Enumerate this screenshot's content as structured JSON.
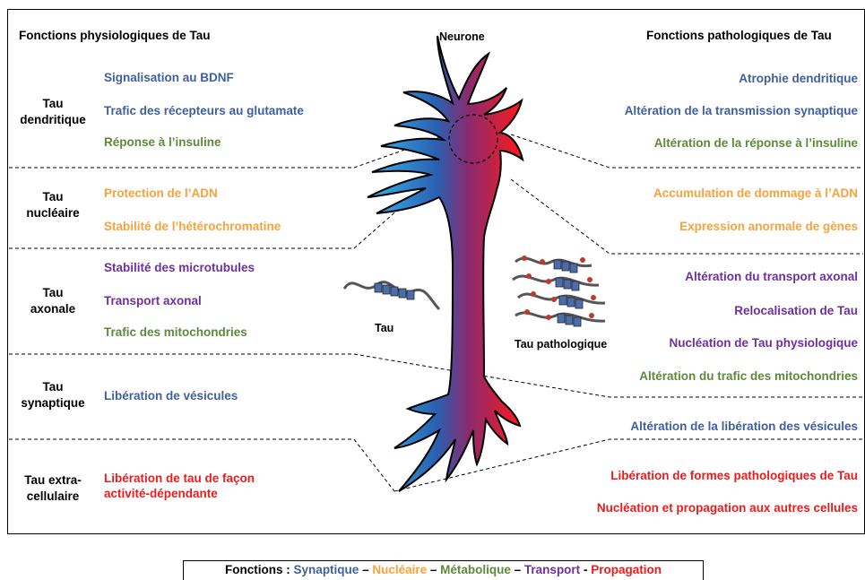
{
  "header": {
    "left": "Fonctions physiologiques de Tau",
    "right": "Fonctions pathologiques de Tau",
    "neuron": "Neurone"
  },
  "categories": [
    "Tau\ndendritique",
    "Tau\nnucléaire",
    "Tau\naxonale",
    "Tau\nsynaptique",
    "Tau extra-\ncellulaire"
  ],
  "left_items": [
    "Signalisation au BDNF",
    "Trafic des récepteurs au glutamate",
    "Réponse à l’insuline",
    "Protection de l’ADN",
    "Stabilité de l’hétérochromatine",
    "Stabilité des microtubules",
    "Transport axonal",
    "Trafic des mitochondries",
    "Libération de vésicules",
    "Libération de tau de façon\nactivité-dépendante"
  ],
  "right_items": [
    "Atrophie dendritique",
    "Altération de la transmission synaptique",
    "Altération de la réponse à l’insuline",
    "Accumulation de dommage à l’ADN",
    "Expression anormale de gènes",
    "Altération du transport axonal",
    "Relocalisation de Tau",
    "Nucléation de Tau physiologique",
    "Altération du trafic des mitochondries",
    "Altération de la libération des vésicules",
    "Libération de formes pathologiques de Tau",
    "Nucléation et propagation aux autres cellules"
  ],
  "images": {
    "tau": "Tau",
    "tau_pathologique": "Tau pathologique"
  },
  "legend": {
    "prefix": "Fonctions : ",
    "synaptique": "Synaptique",
    "sep1": " – ",
    "nucleaire": "Nucléaire",
    "sep2": " – ",
    "metabolique": "Métabolique",
    "sep3": " – ",
    "transport": "Transport",
    "sep4": " - ",
    "propagation": "Propagation"
  },
  "colors": {
    "synaptique": "#3f5f9f",
    "nucleaire": "#f7a23c",
    "metabolique": "#5c8a3a",
    "transport": "#6e2f9f",
    "propagation": "#ee1b1b"
  }
}
